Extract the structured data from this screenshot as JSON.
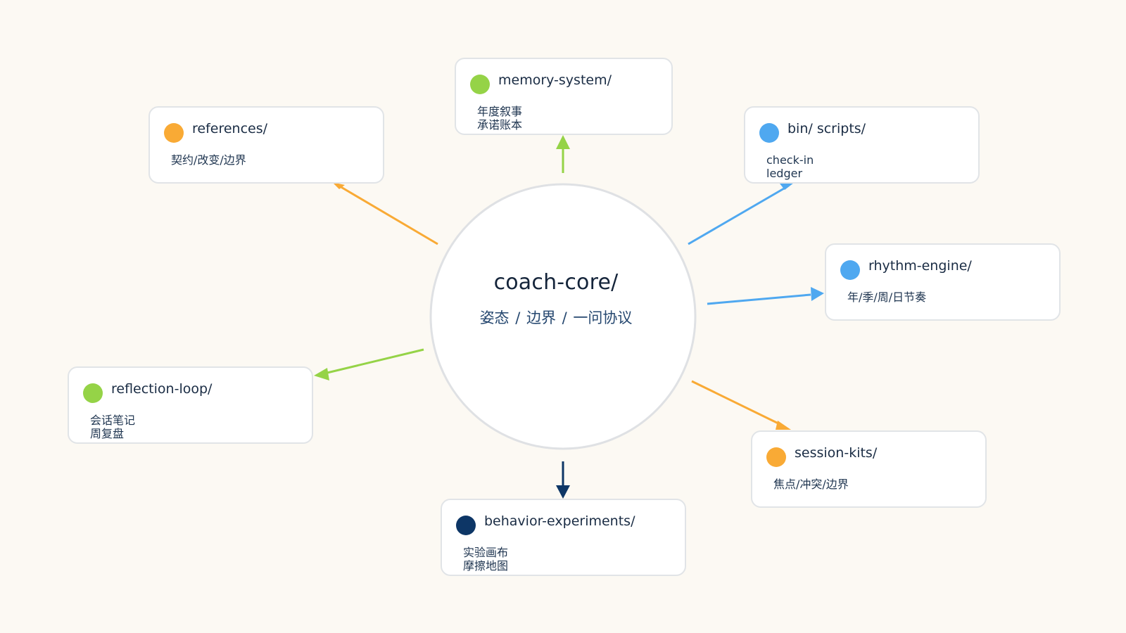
{
  "colors": {
    "background": "#fcf9f3",
    "orange": "#f9aa35",
    "green": "#95d347",
    "blue": "#4fa8f0",
    "navy": "#0d3666"
  },
  "hub": {
    "title": "coach-core/",
    "subtitle": "姿态 / 边界 / 一问协议"
  },
  "nodes": [
    {
      "id": "memory",
      "title": "memory-system/",
      "color": "green",
      "lines": [
        "年度叙事",
        "承诺账本"
      ]
    },
    {
      "id": "references",
      "title": "references/",
      "color": "orange",
      "lines": [
        "契约/改变/边界"
      ]
    },
    {
      "id": "bin",
      "title": "bin/ scripts/",
      "color": "blue",
      "lines": [
        "check-in",
        "ledger"
      ]
    },
    {
      "id": "rhythm",
      "title": "rhythm-engine/",
      "color": "blue",
      "lines": [
        "年/季/周/日节奏"
      ]
    },
    {
      "id": "reflection",
      "title": "reflection-loop/",
      "color": "green",
      "lines": [
        "会话笔记",
        "周复盘"
      ]
    },
    {
      "id": "session",
      "title": "session-kits/",
      "color": "orange",
      "lines": [
        "焦点/冲突/边界"
      ]
    },
    {
      "id": "behavior",
      "title": "behavior-experiments/",
      "color": "navy",
      "lines": [
        "实验画布",
        "摩擦地图"
      ]
    }
  ]
}
